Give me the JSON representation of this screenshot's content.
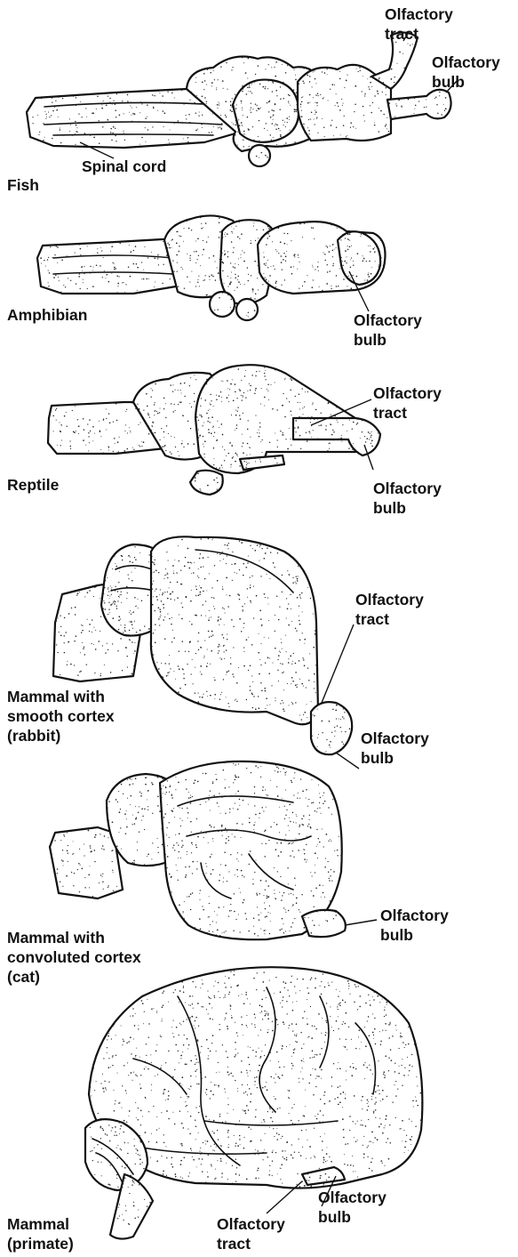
{
  "figure": {
    "panels": [
      {
        "id": "fish",
        "label_lines": [
          "Fish"
        ],
        "callouts": [
          {
            "id": "fish-olfactory-tract",
            "lines": [
              "Olfactory",
              "tract"
            ]
          },
          {
            "id": "fish-olfactory-bulb",
            "lines": [
              "Olfactory",
              "bulb"
            ]
          },
          {
            "id": "fish-spinal-cord",
            "lines": [
              "Spinal cord"
            ]
          }
        ]
      },
      {
        "id": "amphibian",
        "label_lines": [
          "Amphibian"
        ],
        "callouts": [
          {
            "id": "amphibian-olfactory-bulb",
            "lines": [
              "Olfactory",
              "bulb"
            ]
          }
        ]
      },
      {
        "id": "reptile",
        "label_lines": [
          "Reptile"
        ],
        "callouts": [
          {
            "id": "reptile-olfactory-tract",
            "lines": [
              "Olfactory",
              "tract"
            ]
          },
          {
            "id": "reptile-olfactory-bulb",
            "lines": [
              "Olfactory",
              "bulb"
            ]
          }
        ]
      },
      {
        "id": "rabbit",
        "label_lines": [
          "Mammal with",
          "smooth cortex",
          "(rabbit)"
        ],
        "callouts": [
          {
            "id": "rabbit-olfactory-tract",
            "lines": [
              "Olfactory",
              "tract"
            ]
          },
          {
            "id": "rabbit-olfactory-bulb",
            "lines": [
              "Olfactory",
              "bulb"
            ]
          }
        ]
      },
      {
        "id": "cat",
        "label_lines": [
          "Mammal with",
          "convoluted cortex",
          "(cat)"
        ],
        "callouts": [
          {
            "id": "cat-olfactory-bulb",
            "lines": [
              "Olfactory",
              "bulb"
            ]
          }
        ]
      },
      {
        "id": "primate",
        "label_lines": [
          "Mammal",
          "(primate)"
        ],
        "callouts": [
          {
            "id": "primate-olfactory-bulb",
            "lines": [
              "Olfactory",
              "bulb"
            ]
          },
          {
            "id": "primate-olfactory-tract",
            "lines": [
              "Olfactory",
              "tract"
            ]
          }
        ]
      }
    ]
  }
}
